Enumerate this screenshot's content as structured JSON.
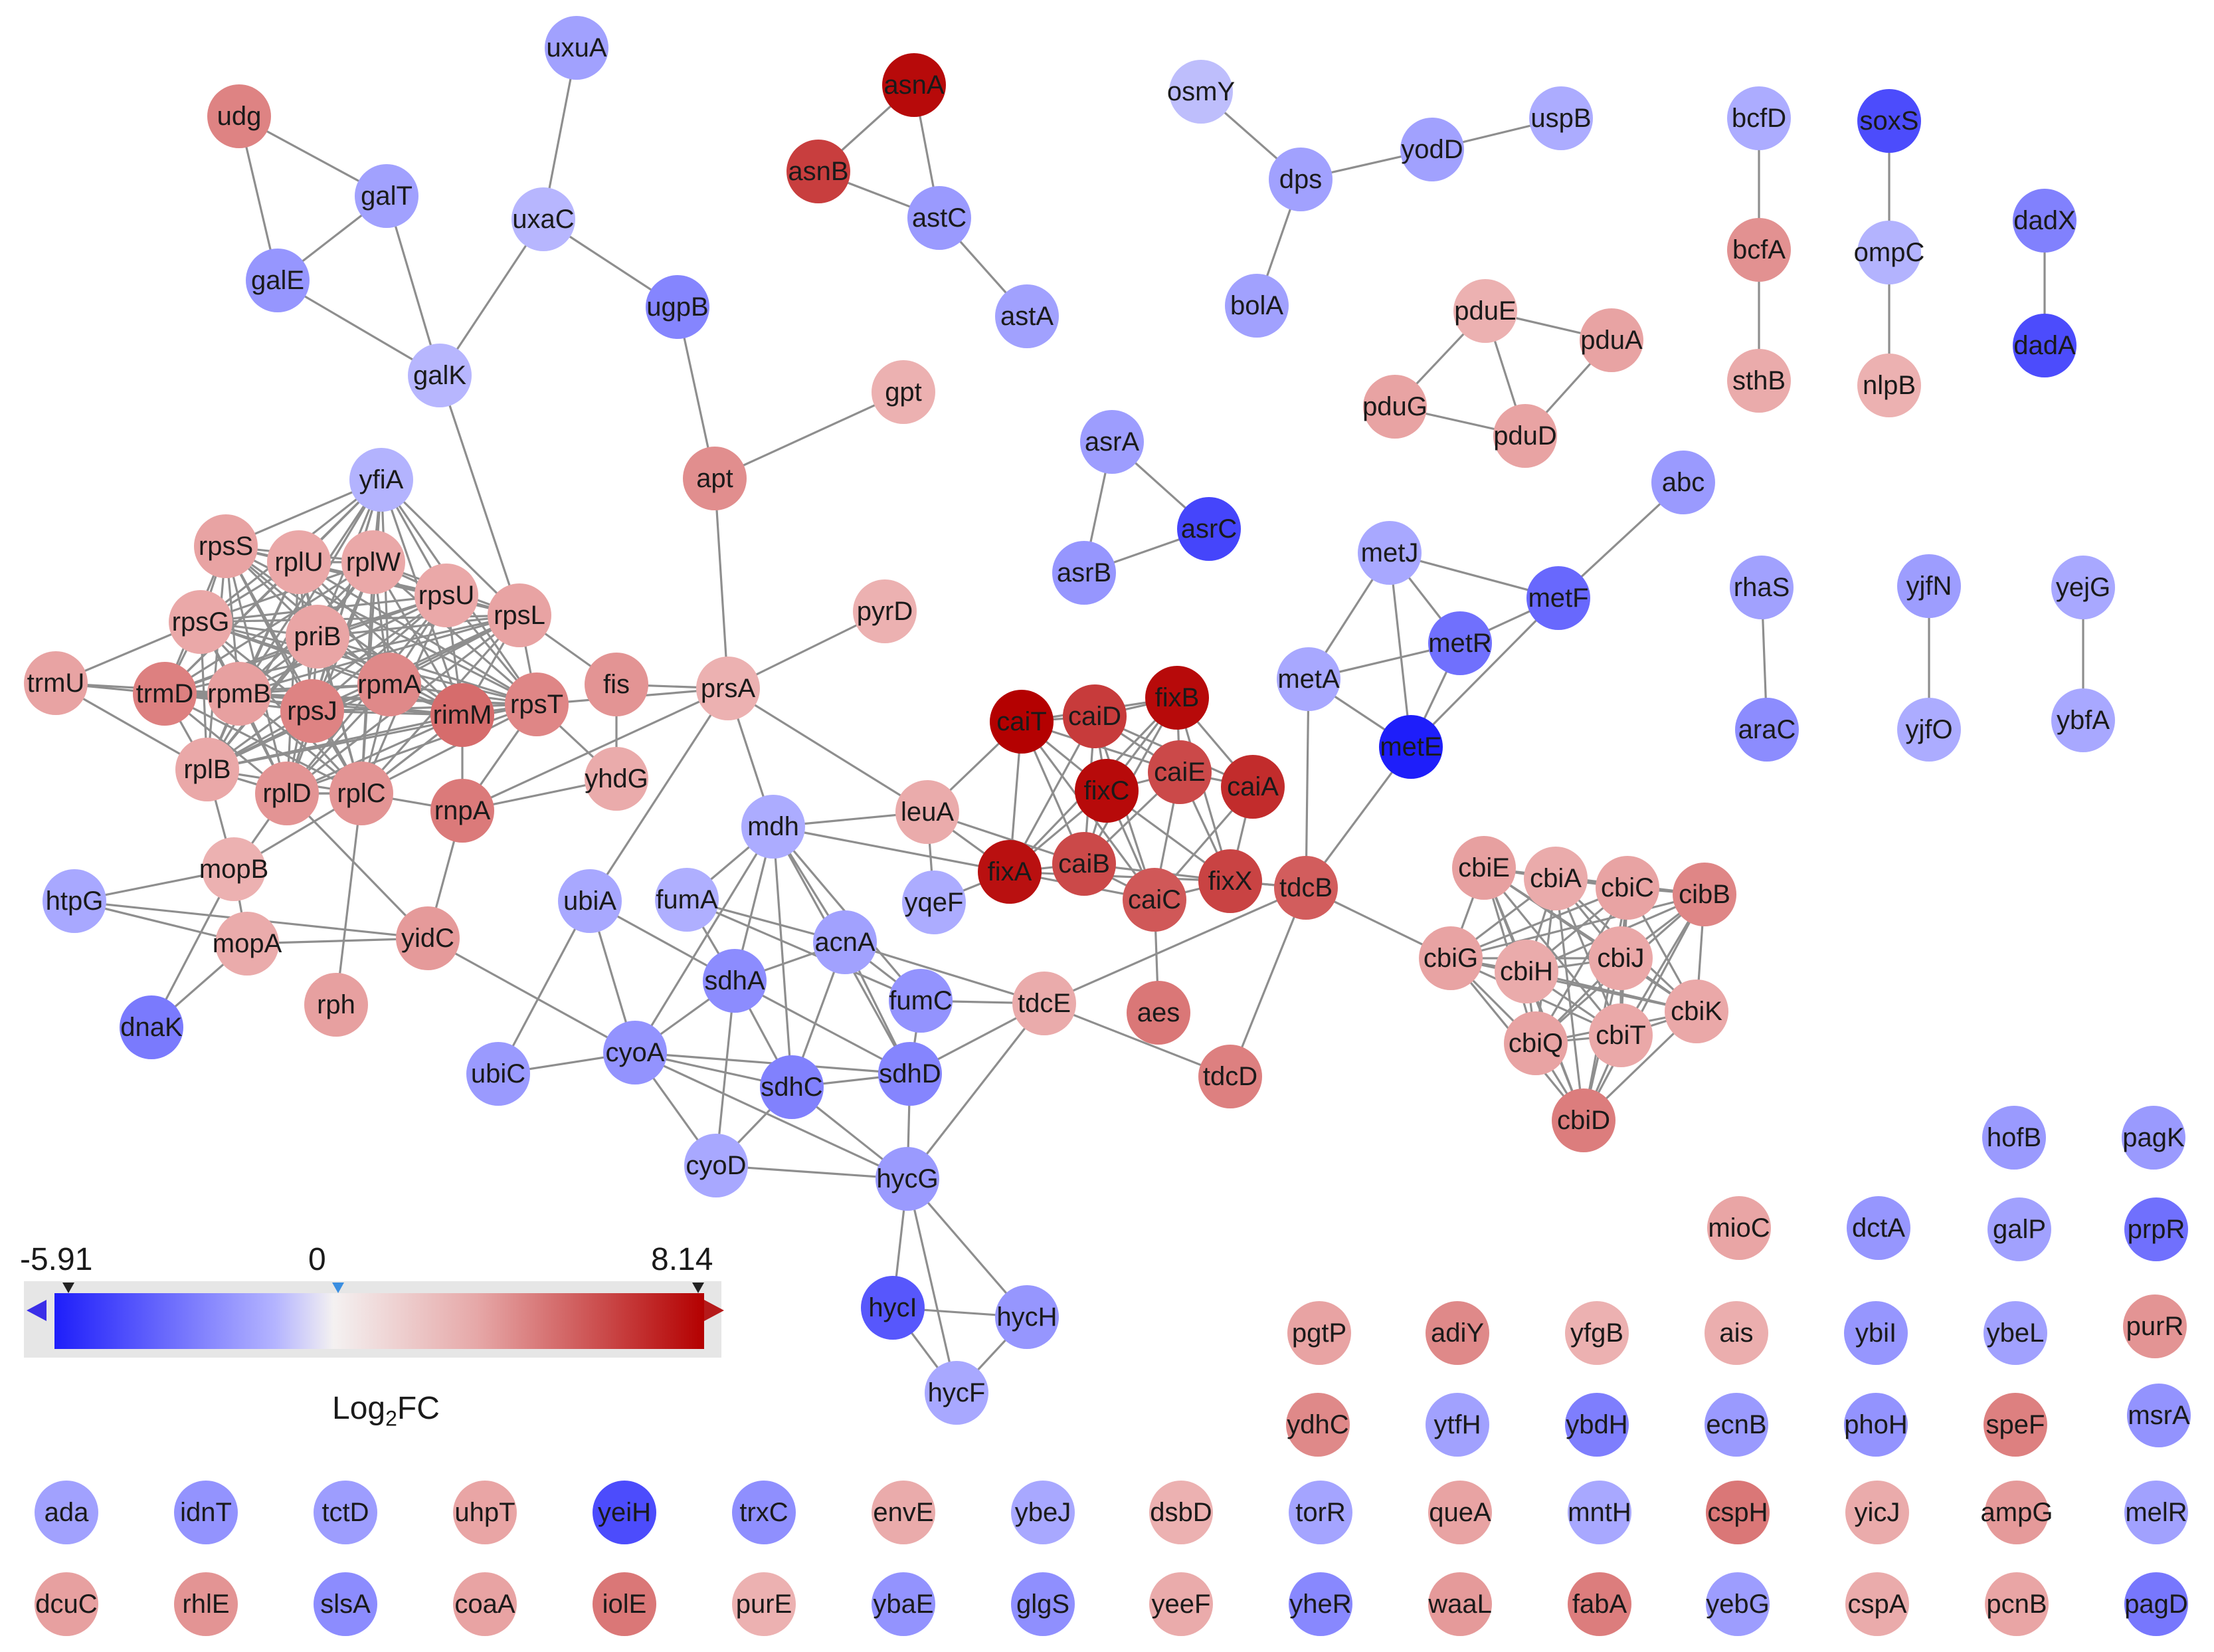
{
  "legend": {
    "min": "-5.91",
    "mid": "0",
    "max": "8.14",
    "title_main": "Log",
    "title_sub": "2",
    "title_end": "FC",
    "min_value": -5.91,
    "max_value": 8.14
  },
  "colors": {
    "negative": "#1e1efa",
    "neutral": "#f4f1f1",
    "positive": "#b40000",
    "edge": "#8e8e8e"
  },
  "nodes": {
    "uxuA": -2.2,
    "udg": 3.6,
    "galT": -2.2,
    "uxaC": -1.6,
    "galE": -2.5,
    "galK": -1.6,
    "ugpB": -3.0,
    "asnA": 7.8,
    "asnB": 6.0,
    "astC": -2.4,
    "astA": -2.2,
    "osmY": -1.4,
    "dps": -2.2,
    "yodD": -2.2,
    "uspB": -1.9,
    "bolA": -2.2,
    "bcfD": -1.9,
    "soxS": -4.6,
    "bcfA": 3.1,
    "ompC": -1.7,
    "sthB": 2.2,
    "nlpB": 2.0,
    "dadX": -3.1,
    "dadA": -4.6,
    "pduE": 2.0,
    "pduA": 2.5,
    "pduG": 2.5,
    "pduD": 2.5,
    "gpt": 2.0,
    "apt": 3.2,
    "yfiA": -1.7,
    "rpsS": 2.5,
    "rplU": 2.3,
    "rplW": 2.3,
    "rpsU": 2.3,
    "rpsL": 2.5,
    "rpsG": 2.3,
    "priB": 2.4,
    "trmU": 2.5,
    "trmD": 3.7,
    "rpmB": 2.6,
    "rpsJ": 3.6,
    "rpmA": 3.4,
    "rimM": 4.4,
    "rpsT": 3.5,
    "fis": 3.0,
    "rplB": 2.3,
    "rplD": 3.0,
    "rplC": 3.0,
    "rnpA": 3.9,
    "yhdG": 2.2,
    "mopB": 2.0,
    "mopA": 2.2,
    "htpG": -2.0,
    "yidC": 2.8,
    "rph": 2.6,
    "dnaK": -3.3,
    "pyrD": 2.0,
    "prsA": 2.0,
    "asrA": -2.3,
    "asrC": -4.8,
    "asrB": -2.5,
    "abc": -2.4,
    "metJ": -2.0,
    "metF": -3.8,
    "metR": -3.6,
    "metA": -2.0,
    "metE": -5.9,
    "rhaS": -2.2,
    "yjfN": -2.3,
    "yejG": -2.0,
    "araC": -2.8,
    "yjfO": -1.9,
    "ybfA": -2.0,
    "caiT": 8.1,
    "caiD": 6.1,
    "fixB": 7.8,
    "caiE": 5.6,
    "caiA": 6.6,
    "fixC": 7.8,
    "fixA": 7.6,
    "caiB": 5.6,
    "caiC": 5.1,
    "fixX": 5.8,
    "tdcB": 4.9,
    "leuA": 2.2,
    "mdh": -1.9,
    "yqeF": -1.9,
    "aes": 4.0,
    "tdcE": 2.2,
    "tdcD": 3.7,
    "cbiE": 2.6,
    "cbiA": 2.2,
    "cbiC": 2.5,
    "cibB": 3.5,
    "cbiG": 2.5,
    "cbiH": 2.2,
    "cbiJ": 2.3,
    "cbiK": 2.3,
    "cbiQ": 2.5,
    "cbiT": 2.3,
    "cbiD": 3.8,
    "ubiA": -2.0,
    "fumA": -1.8,
    "acnA": -2.2,
    "sdhA": -2.8,
    "fumC": -2.6,
    "ubiC": -2.4,
    "cyoA": -2.6,
    "sdhC": -3.1,
    "sdhD": -3.0,
    "cyoD": -2.0,
    "hycG": -2.4,
    "hycI": -4.3,
    "hycH": -2.5,
    "hycF": -2.0,
    "hofB": -2.4,
    "pagK": -2.4,
    "mioC": 2.4,
    "dctA": -2.5,
    "galP": -2.2,
    "prpR": -3.6,
    "pgtP": 2.5,
    "adiY": 3.4,
    "yfgB": 2.0,
    "ais": 2.1,
    "ybiI": -2.5,
    "ybeL": -2.2,
    "purR": 3.0,
    "ydhC": 3.4,
    "ytfH": -2.2,
    "ybdH": -3.2,
    "ecnB": -2.4,
    "phoH": -2.6,
    "speF": 3.7,
    "msrA": -2.6,
    "ada": -2.2,
    "idnT": -2.6,
    "tctD": -2.3,
    "uhpT": 2.4,
    "yeiH": -4.6,
    "trxC": -2.7,
    "envE": 2.2,
    "ybeJ": -2.0,
    "dsbD": 2.0,
    "torR": -2.1,
    "queA": 2.5,
    "mntH": -2.0,
    "cspH": 4.0,
    "yicJ": 2.2,
    "ampG": 2.8,
    "melR": -2.2,
    "dcuC": 2.6,
    "rhlE": 3.0,
    "slsA": -2.8,
    "coaA": 2.5,
    "iolE": 4.0,
    "purE": 2.0,
    "ybaE": -2.6,
    "glgS": -2.7,
    "yeeF": 2.2,
    "yheR": -2.9,
    "waaL": 2.8,
    "fabA": 3.8,
    "yebG": -2.3,
    "cspA": 2.2,
    "pcnB": 2.4,
    "pagD": -3.4
  }
}
